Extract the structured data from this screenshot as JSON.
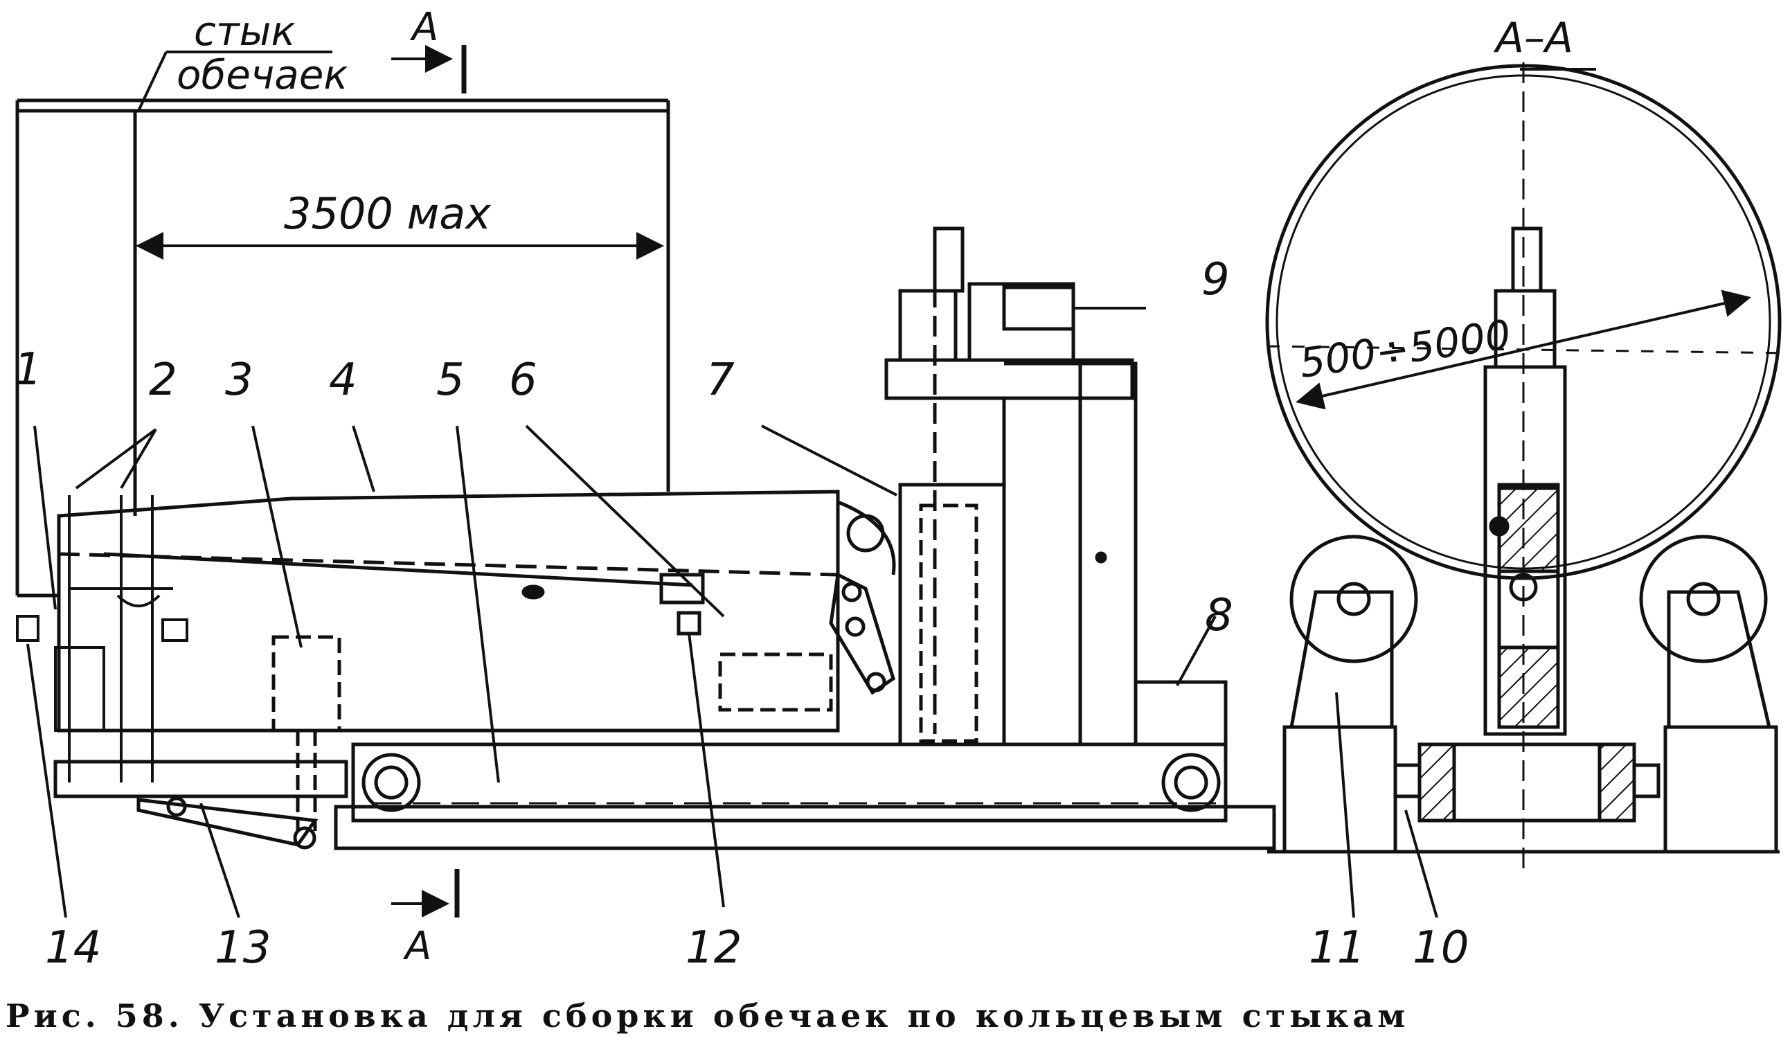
{
  "labels": {
    "joint_top": "стык",
    "joint_bottom": "обечаек",
    "section_mark": "А",
    "section_title": "А–А",
    "length_dim": "3500 мах",
    "diameter_dim": "500÷5000"
  },
  "parts": {
    "p1": "1",
    "p2": "2",
    "p3": "3",
    "p4": "4",
    "p5": "5",
    "p6": "6",
    "p7": "7",
    "p8": "8",
    "p9": "9",
    "p10": "10",
    "p11": "11",
    "p12": "12",
    "p13": "13",
    "p14": "14"
  },
  "caption": "Рис. 58. Установка для сборки обечаек по кольцевым стыкам"
}
